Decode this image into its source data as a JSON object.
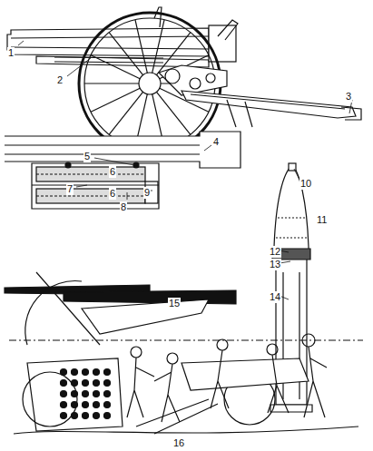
{
  "diagram": {
    "labels": [
      "1",
      "2",
      "3",
      "4",
      "5",
      "6",
      "6",
      "7",
      "8",
      "9",
      "10",
      "11",
      "12",
      "13",
      "14",
      "15",
      "16"
    ]
  }
}
